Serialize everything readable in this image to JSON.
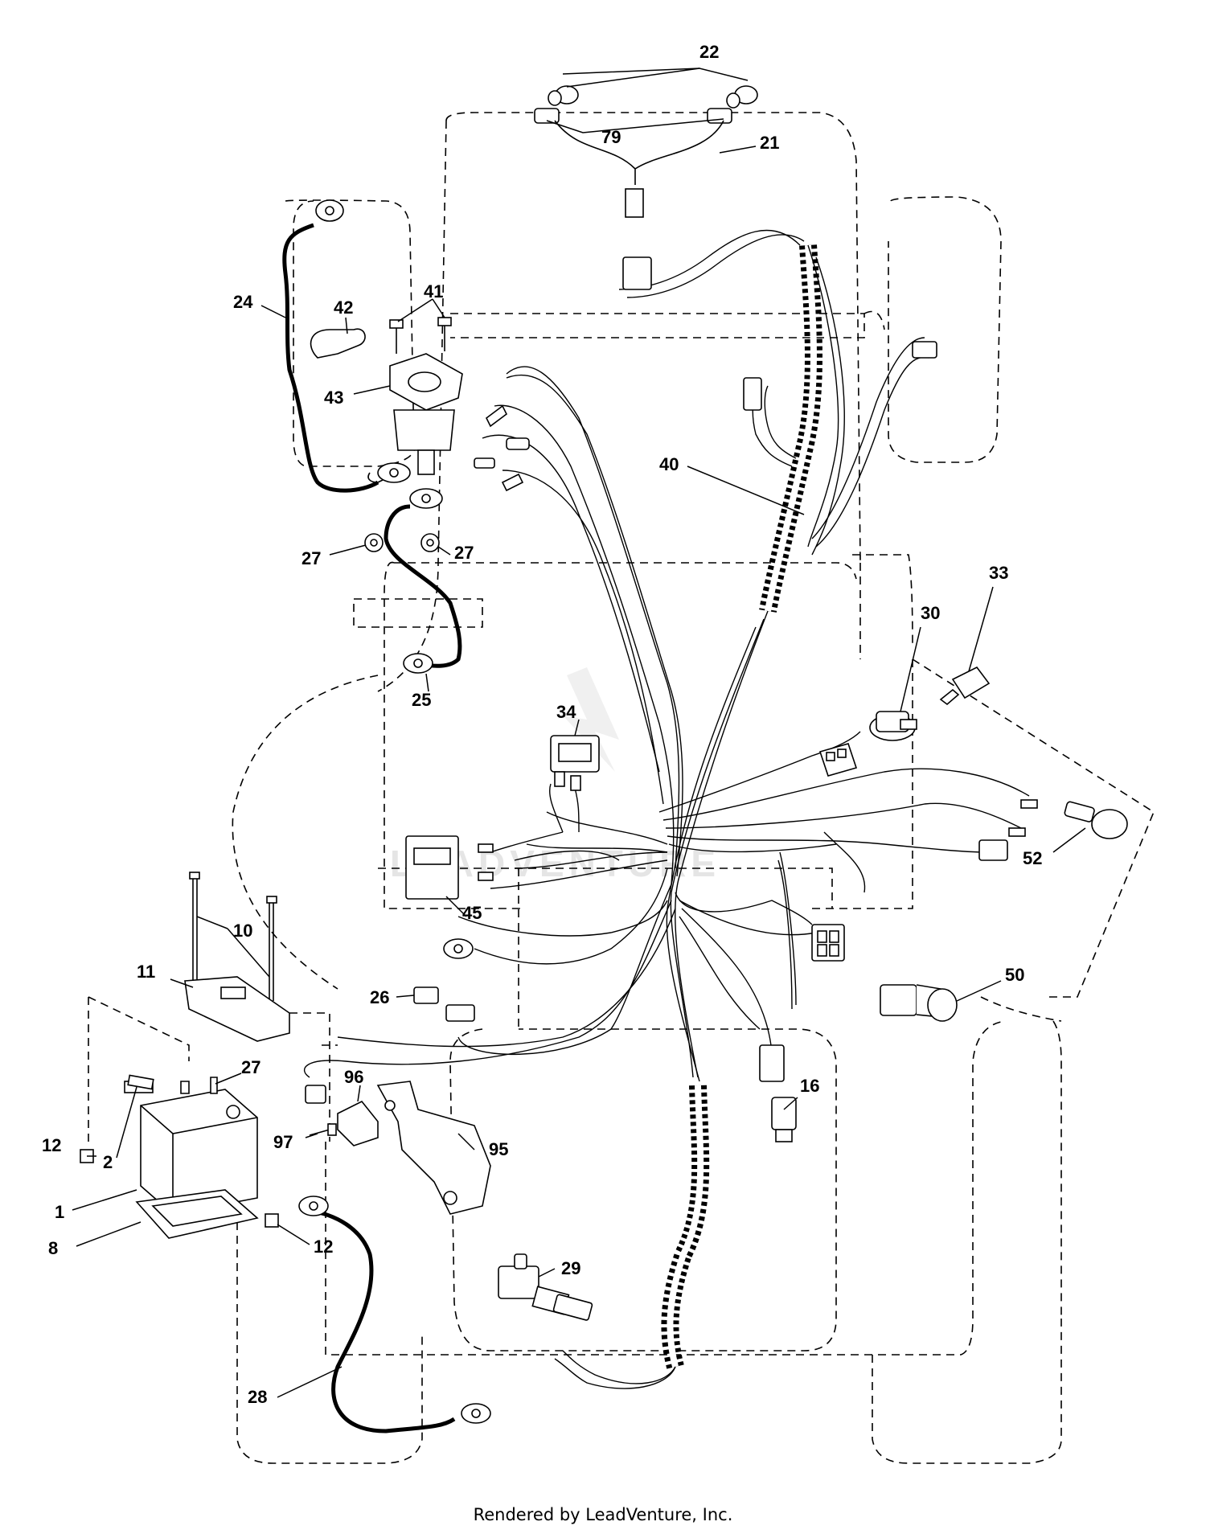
{
  "diagram": {
    "watermark_text": "LEADVENTURE",
    "footer": "Rendered by LeadVenture, Inc.",
    "callouts": [
      {
        "id": "22",
        "label": "22"
      },
      {
        "id": "79",
        "label": "79"
      },
      {
        "id": "21",
        "label": "21"
      },
      {
        "id": "24",
        "label": "24"
      },
      {
        "id": "42",
        "label": "42"
      },
      {
        "id": "41",
        "label": "41"
      },
      {
        "id": "43",
        "label": "43"
      },
      {
        "id": "40",
        "label": "40"
      },
      {
        "id": "27a",
        "label": "27"
      },
      {
        "id": "27b",
        "label": "27"
      },
      {
        "id": "25",
        "label": "25"
      },
      {
        "id": "33",
        "label": "33"
      },
      {
        "id": "30",
        "label": "30"
      },
      {
        "id": "34",
        "label": "34"
      },
      {
        "id": "52",
        "label": "52"
      },
      {
        "id": "45",
        "label": "45"
      },
      {
        "id": "10",
        "label": "10"
      },
      {
        "id": "11",
        "label": "11"
      },
      {
        "id": "26",
        "label": "26"
      },
      {
        "id": "50",
        "label": "50"
      },
      {
        "id": "27c",
        "label": "27"
      },
      {
        "id": "96",
        "label": "96"
      },
      {
        "id": "16",
        "label": "16"
      },
      {
        "id": "12a",
        "label": "12"
      },
      {
        "id": "2",
        "label": "2"
      },
      {
        "id": "97",
        "label": "97"
      },
      {
        "id": "95",
        "label": "95"
      },
      {
        "id": "1",
        "label": "1"
      },
      {
        "id": "8",
        "label": "8"
      },
      {
        "id": "12b",
        "label": "12"
      },
      {
        "id": "29",
        "label": "29"
      },
      {
        "id": "28",
        "label": "28"
      }
    ]
  }
}
